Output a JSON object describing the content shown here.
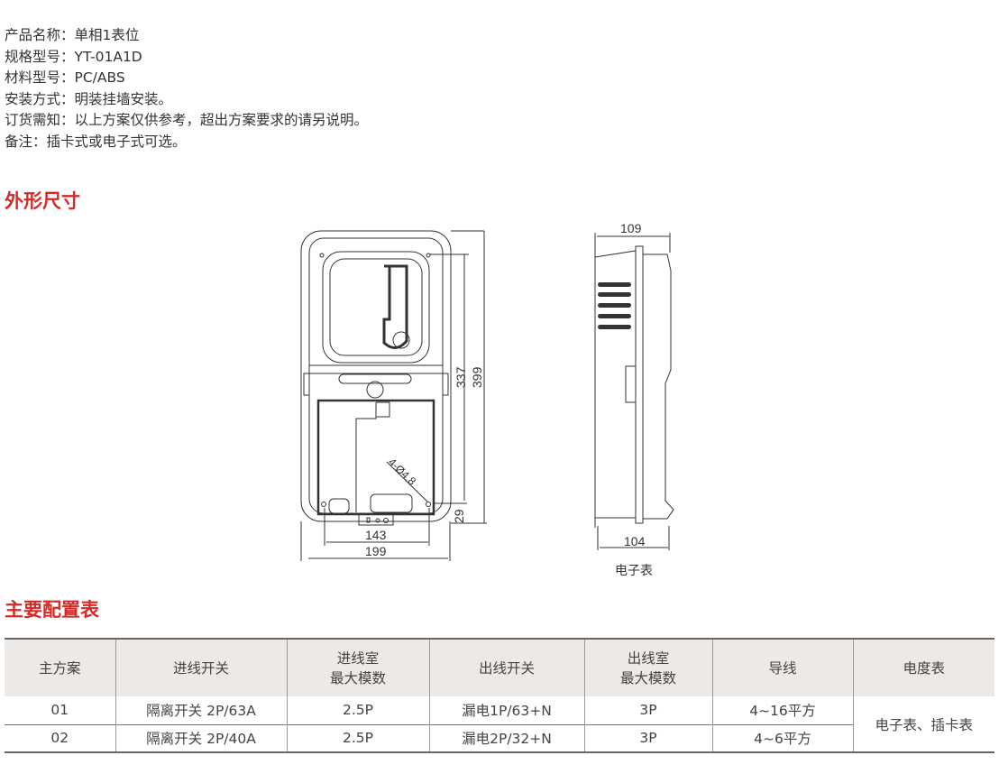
{
  "specs": [
    {
      "label": "产品名称：",
      "value": "单相1表位"
    },
    {
      "label": "规格型号：",
      "value": "YT-01A1D"
    },
    {
      "label": "材料型号：",
      "value": "PC/ABS"
    },
    {
      "label": "安装方式：",
      "value": "明装挂墙安装。"
    },
    {
      "label": "订货需知：",
      "value": "以上方案仅供参考，超出方案要求的请另说明。"
    },
    {
      "label": "备注：",
      "value": "插卡式或电子式可选。"
    }
  ],
  "section_dimensions": "外形尺寸",
  "section_config": "主要配置表",
  "drawing": {
    "dim_337": "337",
    "dim_399": "399",
    "dim_29": "29",
    "dim_143": "143",
    "dim_199": "199",
    "hole_label": "4-Ø4.8",
    "dim_109": "109",
    "dim_104": "104",
    "side_caption": "电子表"
  },
  "table": {
    "headers": [
      "主方案",
      "进线开关",
      [
        "进线室",
        "最大模数"
      ],
      "出线开关",
      [
        "出线室",
        "最大模数"
      ],
      "导线",
      "电度表"
    ],
    "rows": [
      [
        "01",
        "隔离开关 2P/63A",
        "2.5P",
        "漏电1P/63+N",
        "3P",
        "4~16平方"
      ],
      [
        "02",
        "隔离开关 2P/40A",
        "2.5P",
        "漏电2P/32+N",
        "3P",
        "4~6平方"
      ]
    ],
    "meter_merged": "电子表、插卡表"
  },
  "colors": {
    "accent": "#d52a28",
    "header_bg": "#ece9e6"
  }
}
